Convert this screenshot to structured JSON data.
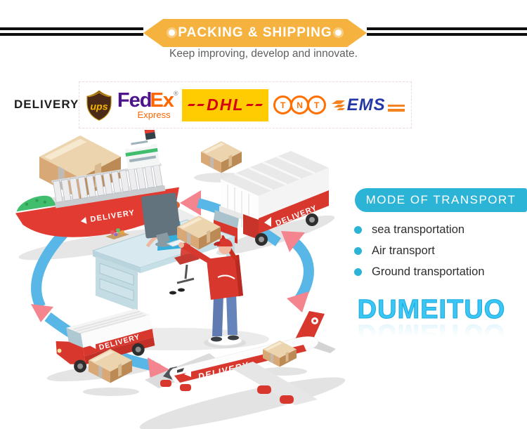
{
  "header": {
    "title": "PACKING & SHIPPING",
    "subtitle": "Keep improving, develop and innovate."
  },
  "delivery_row": {
    "label": "DELIVERY",
    "ups_text": "ups",
    "fedex_part1": "Fed",
    "fedex_part2": "Ex",
    "fedex_reg": "®",
    "fedex_sub": "Express",
    "dhl_text": "DHL",
    "tnt_l1": "T",
    "tnt_l2": "N",
    "tnt_l3": "T",
    "ems_text": "EMS"
  },
  "illustration": {
    "ship_label": "DELIVERY",
    "truck_label": "DELIVERY",
    "van_label": "DELIVERY",
    "plane_label": "DELIVERY"
  },
  "transport": {
    "title": "MODE OF TRANSPORT",
    "items": [
      {
        "label": "sea transportation"
      },
      {
        "label": "Air transport"
      },
      {
        "label": "Ground transportation"
      }
    ]
  },
  "brand": {
    "name": "DUMEITUO"
  },
  "colors": {
    "banner_orange": "#F6B23E",
    "accent_cyan": "#2BB4D6",
    "brand_cyan": "#3CC6F4",
    "ribbon_blue": "#58B7E6",
    "arrow_pink": "#F4858E",
    "vehicle_red": "#D8372E",
    "dhl_yellow": "#FECC00",
    "dhl_red": "#D40511",
    "fedex_purple": "#4D148C",
    "fedex_orange": "#FF6600",
    "ups_brown": "#4A2A16",
    "ups_gold": "#F5B400",
    "tnt_orange": "#FF7000",
    "ems_blue": "#2438A5",
    "ems_orange": "#F58220",
    "cardboard_tan": "#D8A977",
    "text_dark": "#1D1D1D",
    "subtitle_gray": "#5F5F5F"
  }
}
